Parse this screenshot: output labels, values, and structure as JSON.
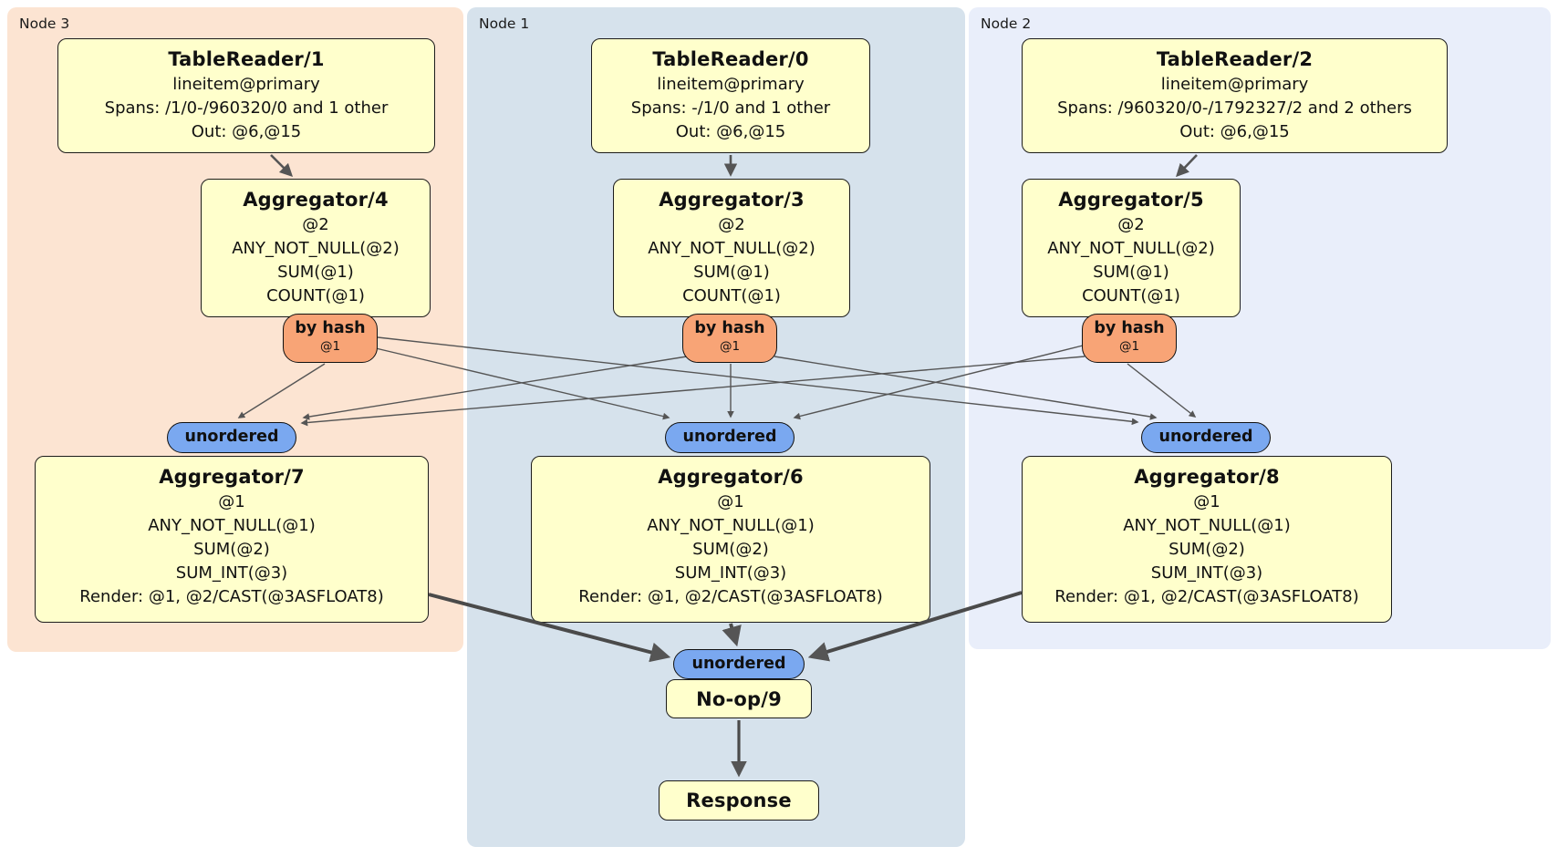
{
  "panels": [
    {
      "label": "Node 3"
    },
    {
      "label": "Node 1"
    },
    {
      "label": "Node 2"
    }
  ],
  "processors": {
    "tr1": {
      "title": "TableReader/1",
      "lines": [
        "lineitem@primary",
        "Spans: /1/0-/960320/0 and 1 other",
        "Out: @6,@15"
      ]
    },
    "tr0": {
      "title": "TableReader/0",
      "lines": [
        "lineitem@primary",
        "Spans: -/1/0 and 1 other",
        "Out: @6,@15"
      ]
    },
    "tr2": {
      "title": "TableReader/2",
      "lines": [
        "lineitem@primary",
        "Spans: /960320/0-/1792327/2 and 2 others",
        "Out: @6,@15"
      ]
    },
    "agg4": {
      "title": "Aggregator/4",
      "lines": [
        "@2",
        "ANY_NOT_NULL(@2)",
        "SUM(@1)",
        "COUNT(@1)"
      ]
    },
    "agg3": {
      "title": "Aggregator/3",
      "lines": [
        "@2",
        "ANY_NOT_NULL(@2)",
        "SUM(@1)",
        "COUNT(@1)"
      ]
    },
    "agg5": {
      "title": "Aggregator/5",
      "lines": [
        "@2",
        "ANY_NOT_NULL(@2)",
        "SUM(@1)",
        "COUNT(@1)"
      ]
    },
    "agg7": {
      "title": "Aggregator/7",
      "lines": [
        "@1",
        "ANY_NOT_NULL(@1)",
        "SUM(@2)",
        "SUM_INT(@3)",
        "Render: @1, @2/CAST(@3ASFLOAT8)"
      ]
    },
    "agg6": {
      "title": "Aggregator/6",
      "lines": [
        "@1",
        "ANY_NOT_NULL(@1)",
        "SUM(@2)",
        "SUM_INT(@3)",
        "Render: @1, @2/CAST(@3ASFLOAT8)"
      ]
    },
    "agg8": {
      "title": "Aggregator/8",
      "lines": [
        "@1",
        "ANY_NOT_NULL(@1)",
        "SUM(@2)",
        "SUM_INT(@3)",
        "Render: @1, @2/CAST(@3ASFLOAT8)"
      ]
    },
    "noop": {
      "title": "No-op/9"
    },
    "response": {
      "title": "Response"
    }
  },
  "routers": {
    "by_hash": {
      "label": "by hash",
      "sub": "@1"
    },
    "unordered": {
      "label": "unordered"
    }
  },
  "colors": {
    "canvas_bg": "#ffffff",
    "node3_bg": "#fce4d2",
    "node1_bg": "#d6e2ec",
    "node2_bg": "#e9eefa",
    "box_bg": "#ffffcc",
    "box_border": "#1c1c1c",
    "hash_router_bg": "#f8a476",
    "stream_pill_bg": "#7aa8f0",
    "edge": "#555555",
    "edge_thick": "#4a4a4a"
  }
}
